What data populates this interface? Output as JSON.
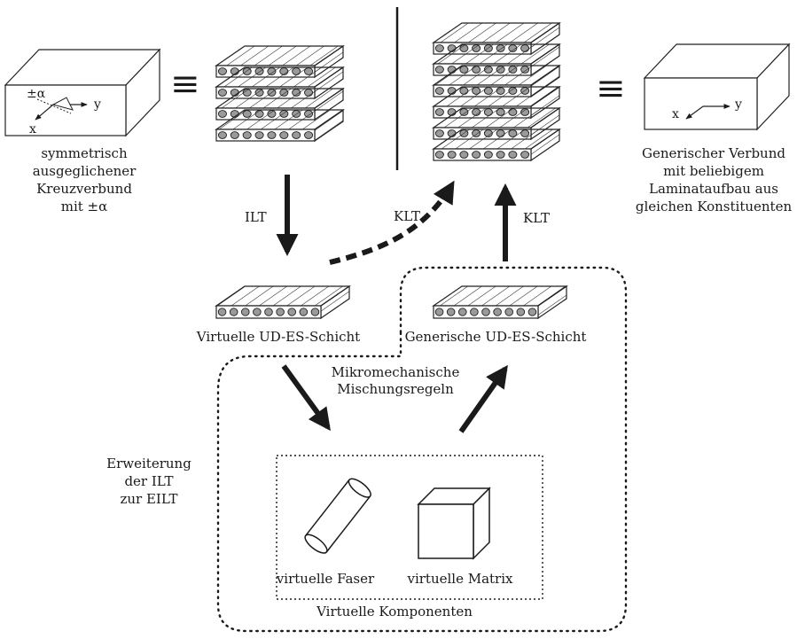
{
  "left_box": {
    "angle_label": "±α",
    "axis_y": "y",
    "axis_x": "x",
    "caption": [
      "symmetrisch",
      "ausgeglichener",
      "Kreuzverbund",
      "mit ±α"
    ]
  },
  "right_box": {
    "axis_x": "x",
    "axis_y": "y",
    "caption": [
      "Generischer Verbund",
      "mit beliebigem",
      "Laminataufbau aus",
      "gleichen Konstituenten"
    ]
  },
  "equivalence_symbol": "≡",
  "arrows": {
    "ilt": "ILT",
    "klt_dashed": "KLT",
    "klt_solid": "KLT"
  },
  "layers": {
    "virtual": "Virtuelle UD-ES-Schicht",
    "generic": "Generische UD-ES-Schicht"
  },
  "mixing_rules": [
    "Mikromechanische",
    "Mischungsregeln"
  ],
  "extension": [
    "Erweiterung",
    "der ILT",
    "zur EILT"
  ],
  "components": {
    "fiber": "virtuelle Faser",
    "matrix": "virtuelle Matrix",
    "title": "Virtuelle Komponenten"
  }
}
